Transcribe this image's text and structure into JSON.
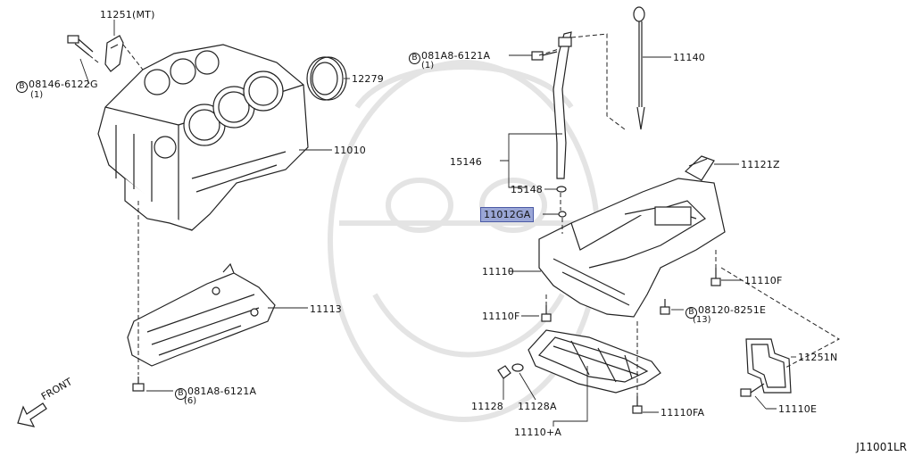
{
  "colors": {
    "line": "#222222",
    "highlight": "#9aa6d6",
    "watermark": "#e6e6e6"
  },
  "labels": {
    "p11251mt": "11251(MT)",
    "p12279": "12279",
    "p11010": "11010",
    "p11113": "11113",
    "bolt1": "08146-6122G",
    "bolt1_qty": "(1)",
    "bolt2": "081A8-6121A",
    "bolt2_qty": "(6)",
    "bolt3": "081A8-6121A",
    "bolt3_qty": "(1)",
    "p11140": "11140",
    "p15146": "15146",
    "p15148": "15148",
    "p11012ga": "11012GA",
    "p11121z": "11121Z",
    "p11110": "11110",
    "p11110f_a": "11110F",
    "p11110f_b": "11110F",
    "bolt4": "08120-8251E",
    "bolt4_qty": "(13)",
    "p11251n": "11251N",
    "p11110e": "11110E",
    "p11128": "11128",
    "p11128a": "11128A",
    "p11110fa": "11110FA",
    "p11110plusA": "11110+A",
    "front": "FRONT",
    "bolt_prefix": "B",
    "figure_code": "J11001LR"
  }
}
